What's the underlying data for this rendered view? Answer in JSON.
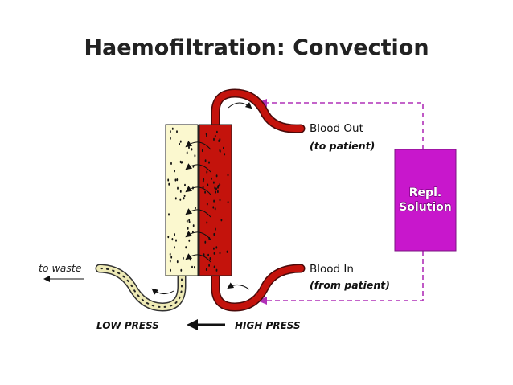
{
  "title": "Haemofiltration: Convection",
  "blood_out": {
    "label": "Blood Out",
    "sub": "(to patient)"
  },
  "blood_in": {
    "label": "Blood In",
    "sub": "(from patient)"
  },
  "waste": {
    "label": "to waste"
  },
  "replacement": {
    "line1": "Repl.",
    "line2": "Solution"
  },
  "pressure": {
    "low": "LOW  PRESS",
    "high": "HIGH PRESS"
  },
  "colors": {
    "blood": "#c4130c",
    "blood_tube_outline": "#4a0a0a",
    "filtrate": "#fbf8cf",
    "waste_tube": "#eeeab6",
    "replacement_box": "#c817cc",
    "dashed_line": "#b030b8"
  }
}
